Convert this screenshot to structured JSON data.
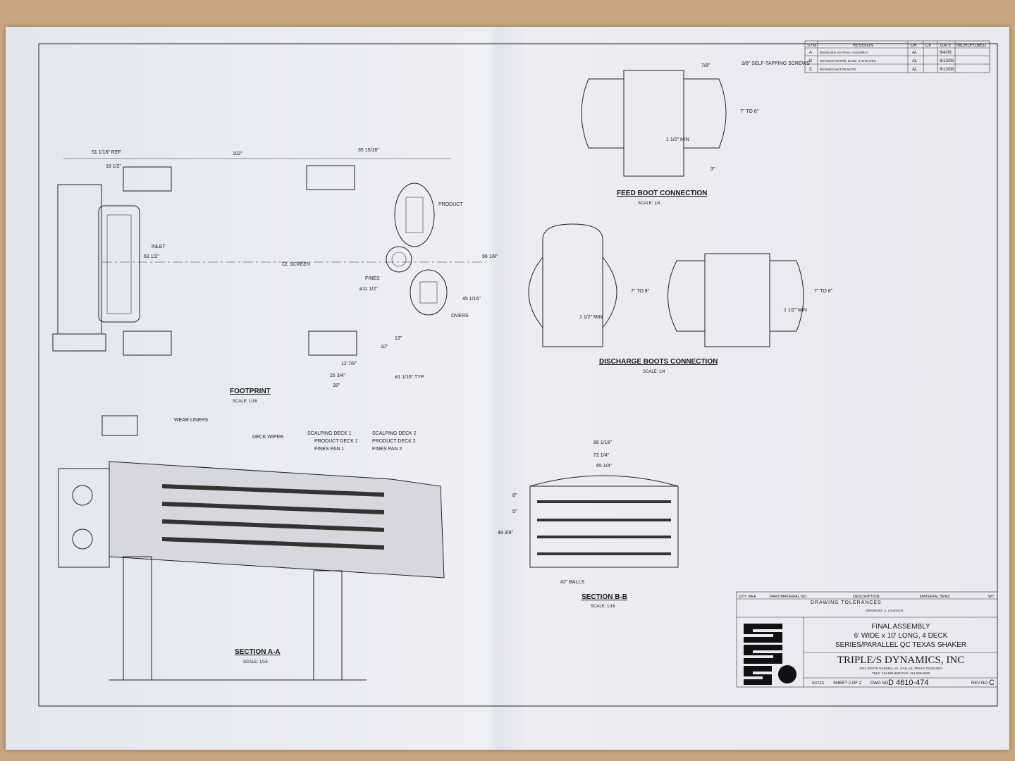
{
  "revisions": {
    "headers": [
      "SYM",
      "REVISION",
      "DR",
      "CK",
      "DATE",
      "MICROFILMED"
    ],
    "rows": [
      {
        "sym": "A",
        "revision": "REISSUED AS FINAL ASSEMBLY",
        "dr": "AL",
        "date": "6/4/08"
      },
      {
        "sym": "B",
        "revision": "REVISED MOTOR, BASE, & SHEAVES",
        "dr": "AL",
        "date": "6/13/08"
      },
      {
        "sym": "C",
        "revision": "REVISED MOTOR NOTE",
        "dr": "AL",
        "date": "6/13/08"
      }
    ]
  },
  "views": {
    "footprint": {
      "title": "FOOTPRINT",
      "scale": "SCALE: 1/16"
    },
    "section_aa": {
      "title": "SECTION A-A",
      "scale": "SCALE: 1/16"
    },
    "section_bb": {
      "title": "SECTION B-B",
      "scale": "SCALE: 1/16"
    },
    "feed_boot": {
      "title": "FEED BOOT CONNECTION",
      "scale": "SCALE: 1/4"
    },
    "discharge": {
      "title": "DISCHARGE BOOTS CONNECTION",
      "scale": "SCALE: 1/4"
    }
  },
  "footprint_labels": {
    "ref": "51 1/16\" REF",
    "d102": "102\"",
    "d35": "35 15/16\"",
    "d18": "18 1/2\"",
    "inlet": "INLET",
    "product": "PRODUCT",
    "fines": "FINES",
    "overs": "OVERS",
    "d63": "63 1/2\"",
    "d96": "96 1/8\"",
    "d45": "45 1/16\"",
    "d28": "28\"",
    "d25": "25 3/4\"",
    "d12": "12 7/8\"",
    "hole": "ø1 1/16\" TYP",
    "screen": "CL SCREEN",
    "d13": "13\"",
    "d10": "10\"",
    "d11": "ø11 1/2\""
  },
  "section_aa_labels": [
    "WEAR LINERS",
    "DECK WIPER",
    "SCALPING DECK 1",
    "PRODUCT DECK 1",
    "FINES PAN 1",
    "SCALPING DECK 2",
    "PRODUCT DECK 2",
    "FINES PAN 2"
  ],
  "section_bb_labels": {
    "w1": "86 1/16\"",
    "w2": "72 1/4\"",
    "w3": "65 1/4\"",
    "h": "49 3/8\"",
    "s8": "8\"",
    "s5": "5\"",
    "balls": "#2\" BALLS"
  },
  "boot_labels": {
    "screws": "3/8\" SELF-TAPPING SCREWS",
    "range": "7\" TO 8\"",
    "min": "1 1/2\" MIN",
    "d3": "3\"",
    "d7": "7/8\""
  },
  "title_block": {
    "headers": [
      "QTY",
      "REF",
      "PART/MATERIAL NO",
      "DESCRIPTION",
      "MATERIAL SPEC",
      "WT"
    ],
    "tolerances": "DRAWING TOLERANCES",
    "drawn_by": "DRAWN BY: A. LAUGSCH",
    "title_lines": [
      "FINAL ASSEMBLY",
      "6' WIDE x 10' LONG, 4 DECK",
      "SERIES/PARALLEL QC TEXAS SHAKER"
    ],
    "company": "TRIPLE/S DYNAMICS, INC",
    "address": "1031 SOUTH HASKELL AV., DALLAS, TEXAS 75223-2923",
    "phone": "TELE: 214-828-8600      FAX: 214-828-8639",
    "sheet": "SHEET 2 OF 2",
    "dwg_label": "DWG NO",
    "dwg_no": "D 4610-474",
    "rev_label": "REV NO",
    "rev": "C",
    "notes": "NOTES"
  }
}
